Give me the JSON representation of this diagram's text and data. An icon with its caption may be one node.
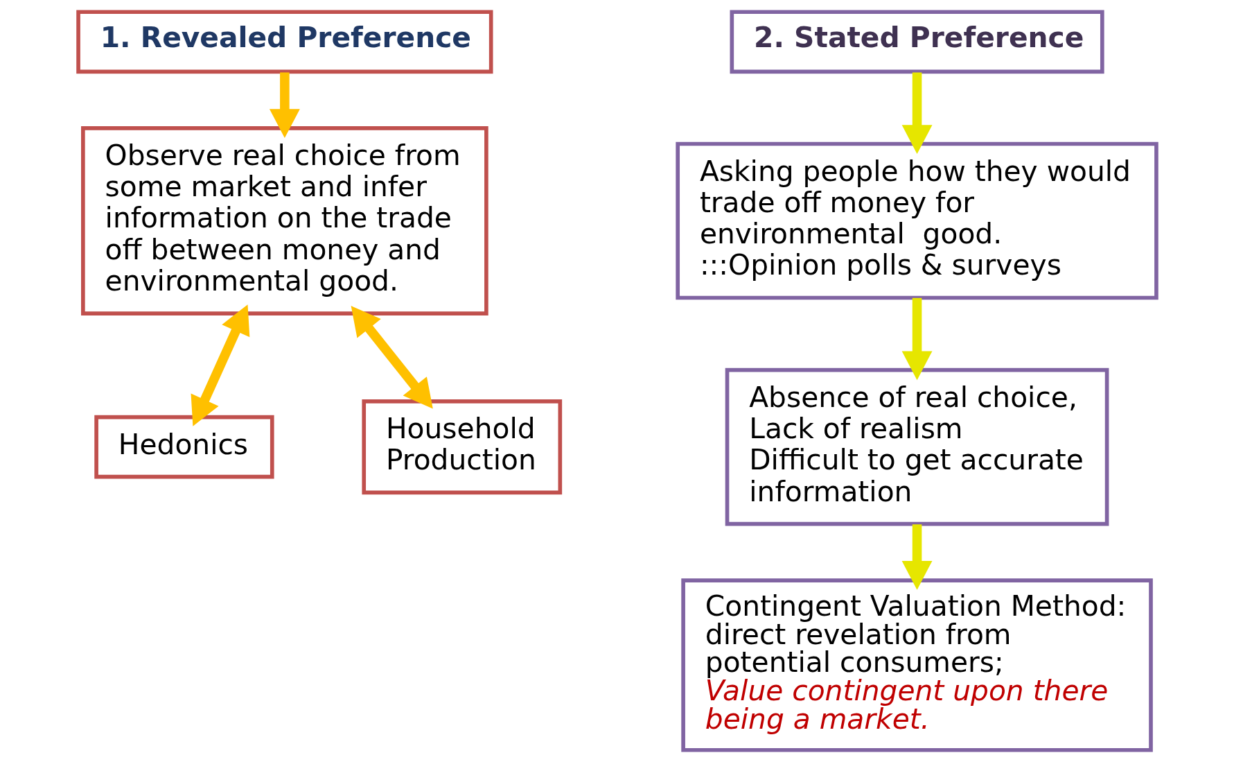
{
  "diagram": {
    "nodes": [
      {
        "text": [
          "1. Revealed Preference"
        ]
      },
      {
        "text": [
          "Observe real choice from some market and infer information on the trade off between money and environmental good."
        ]
      },
      {
        "text": [
          "Hedonics"
        ]
      },
      {
        "text": [
          "Household Production"
        ]
      },
      {
        "text": [
          "2. Stated Preference"
        ]
      },
      {
        "text": [
          "Asking people how they would trade off money for environmental  good.",
          ":::Opinion polls & surveys"
        ]
      },
      {
        "text": [
          "Absence of real choice,",
          "Lack of realism",
          "Difficult to get accurate information"
        ]
      },
      {
        "text": [
          "Contingent Valuation Method: direct revelation from potential consumers;",
          "Value contingent upon there being a market."
        ]
      }
    ],
    "edges": [
      {
        "from": 0,
        "to": 1,
        "arrow": "to",
        "color": "#ffc000"
      },
      {
        "from": 1,
        "to": 2,
        "arrow": "both",
        "color": "#ffc000"
      },
      {
        "from": 1,
        "to": 3,
        "arrow": "both",
        "color": "#ffc000"
      },
      {
        "from": 4,
        "to": 5,
        "arrow": "to",
        "color": "#e6e600"
      },
      {
        "from": 5,
        "to": 6,
        "arrow": "to",
        "color": "#e6e600"
      },
      {
        "from": 6,
        "to": 7,
        "arrow": "to",
        "color": "#e6e600"
      }
    ]
  }
}
